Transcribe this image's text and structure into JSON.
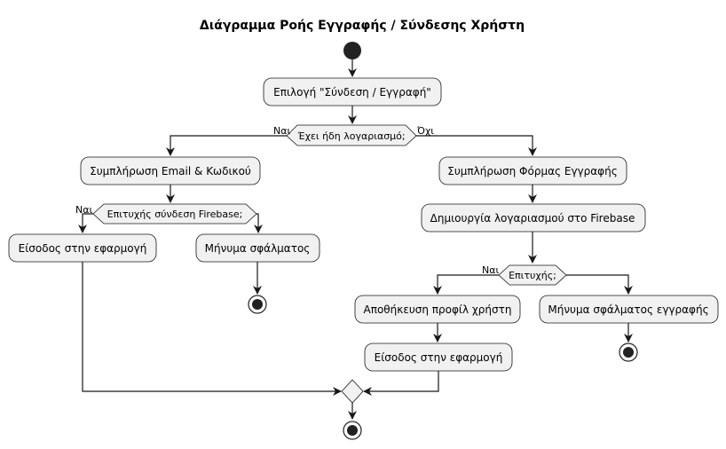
{
  "diagram": {
    "title": "Διάγραμμα Ροής Εγγραφής / Σύνδεσης Χρήστη",
    "nodes": {
      "select_option": "Επιλογή \"Σύνδεση / Εγγραφή\"",
      "has_account": "Έχει ήδη λογαριασμό;",
      "fill_login": "Συμπλήρωση Email & Κωδικού",
      "login_success": "Επιτυχής σύνδεση Firebase;",
      "enter_app_login": "Είσοδος στην εφαρμογή",
      "error_message": "Μήνυμα σφάλματος",
      "fill_register": "Συμπλήρωση Φόρμας Εγγραφής",
      "create_account": "Δημιουργία λογαριασμού στο Firebase",
      "register_success": "Επιτυχής;",
      "save_profile": "Αποθήκευση προφίλ χρήστη",
      "enter_app_register": "Είσοδος στην εφαρμογή",
      "register_error": "Μήνυμα σφάλματος εγγραφής"
    },
    "branch_labels": {
      "yes_account": "Ναι",
      "no_account": "Όχι",
      "yes_login": "Ναι",
      "yes_register": "Ναι"
    },
    "colors": {
      "box_fill": "#f1f1f1",
      "stroke": "#181818",
      "start_end": "#222222"
    }
  }
}
